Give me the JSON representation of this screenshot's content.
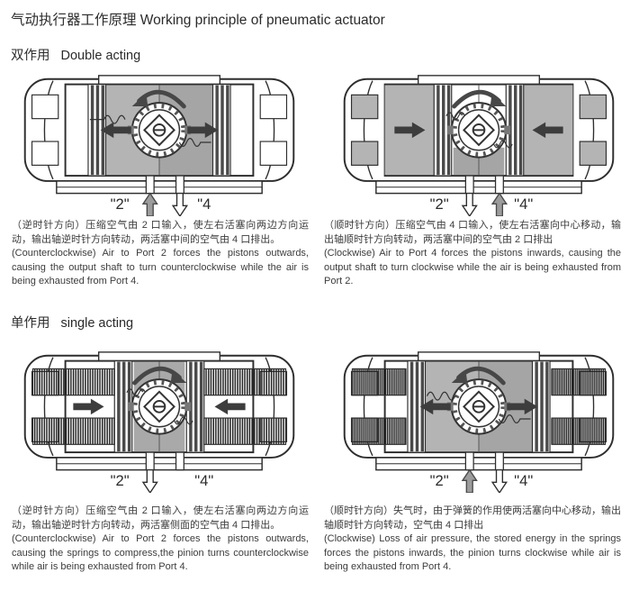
{
  "page": {
    "title": "气动执行器工作原理 Working principle of pneumatic actuator"
  },
  "sections": {
    "double_acting": {
      "heading_cn": "双作用",
      "heading_en": "Double acting",
      "left": {
        "port2_label": "\"2\"",
        "port4_label": "\"4",
        "desc_cn": "（逆时针方向）压缩空气由 2 口输入，使左右活塞向两边方向运动，输出轴逆时针方向转动，两活塞中间的空气由 4 口排出。",
        "desc_en": "(Counterclockwise) Air to Port 2 forces the pistons outwards, causing the output shaft to turn counterclockwise while the air is being exhausted from Port 4."
      },
      "right": {
        "port2_label": "\"2\"",
        "port4_label": "\"4\"",
        "desc_cn": "（顺时针方向）压缩空气由 4 口输入，使左右活塞向中心移动，输出轴顺时针方向转动，两活塞中间的空气由 2 口排出",
        "desc_en": "(Clockwise) Air to Port 4 forces the pistons inwards, causing the output shaft to turn clockwise while the air is being exhausted from Port 2."
      }
    },
    "single_acting": {
      "heading_cn": "单作用",
      "heading_en": "single acting",
      "left": {
        "port2_label": "\"2\"",
        "port4_label": "\"4\"",
        "desc_cn": "（逆时针方向）压缩空气由 2 口输入，使左右活塞向两边方向运动，输出轴逆时针方向转动，两活塞侧面的空气由 4 口排出。",
        "desc_en": "(Counterclockwise) Air to Port 2 forces the pistons outwards, causing the springs to compress,the pinion turns counterclockwise while air is being exhausted from Port 4."
      },
      "right": {
        "port2_label": "\"2\"",
        "port4_label": "\"4\"",
        "desc_cn": "（顺时针方向）失气时，由于弹簧的作用使两活塞向中心移动，输出轴顺时针方向转动，空气由 4 口排出",
        "desc_en": "(Clockwise) Loss of air pressure, the stored energy in the springs forces the pistons inwards, the pinion turns clockwise while air is being exhausted from Port 4."
      }
    }
  },
  "colors": {
    "outline": "#2e2e2e",
    "chamber_gray": "#b4b4b4",
    "chamber_dark_gray": "#a5a5a5",
    "arrow_dark": "#3d3d3d",
    "supply_arrow_fill": "#9c9c9c"
  }
}
